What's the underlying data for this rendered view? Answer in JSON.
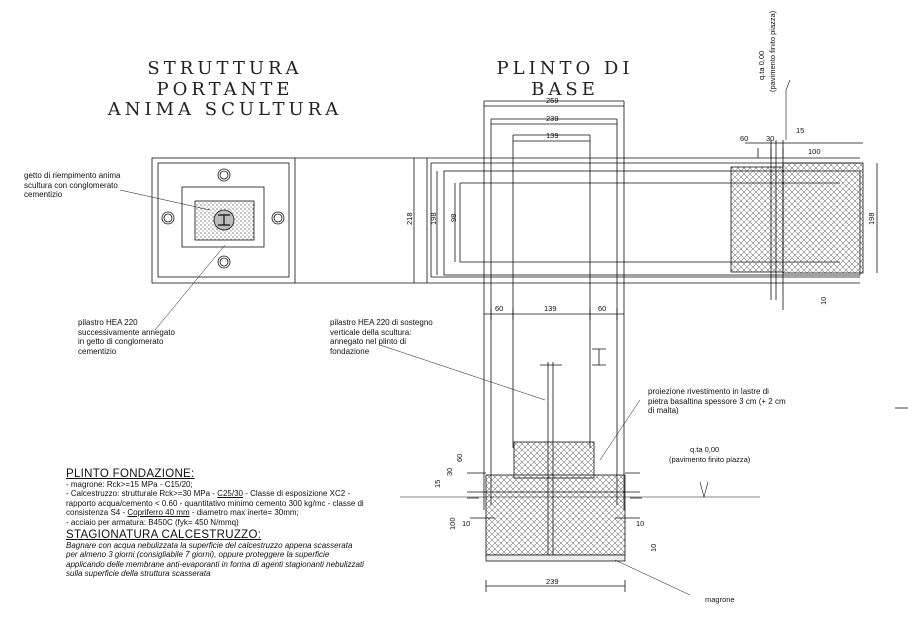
{
  "titles": {
    "left_line1": "STRUTTURA PORTANTE",
    "left_line2": "ANIMA SCULTURA",
    "right": "PLINTO DI BASE"
  },
  "notes": {
    "getto": "getto di riempimento anima scultura con conglomerato cementizio",
    "pilastro_left": "pilastro HEA 220 successivamente annegato in getto di conglomerato cementizio",
    "pilastro_center": "pilastro HEA 220 di sostegno verticale della scultura: annegato nel plinto di fondazione",
    "proiezione": "proiezione rivestimento in lastre di pietra basaltina spessore 3 cm (+ 2 cm di malta)",
    "qta_right_1": "q.ta 0,00",
    "qta_right_2": "(pavimento finito piazza)",
    "qta_top_1": "q.ta 0,00",
    "qta_top_2": "(pavimento finito piazza)",
    "magrone": "magrone"
  },
  "dimensions": {
    "d259": "259",
    "d239": "239",
    "d139": "139",
    "d60a": "60",
    "d139b": "139",
    "d60b": "60",
    "d218": "218",
    "d198": "198",
    "d98": "98",
    "d60c": "60",
    "d30": "30",
    "d15a": "15",
    "d100": "100",
    "d198b": "198",
    "d10a": "10",
    "d15b": "15",
    "d30b": "30",
    "d60d": "60",
    "d10b": "10",
    "d10c": "10",
    "d100b": "100",
    "d10d": "10",
    "d239b": "239"
  },
  "spec": {
    "heading1": "PLINTO FONDAZIONE:",
    "line1": "- magrone: Rck>=15 MPa - C15/20;",
    "line2a": "- Calcestruzzo: strutturale Rck>=30 MPa - ",
    "line2u": "C25/30",
    "line2b": " - Classe di esposizione XC2 - rapporto acqua/cemento < 0.60 - quantitativo minimo cemento 300 kg/mc - classe di consistenza S4 - ",
    "line2u2": "Copriferro 40 mm",
    "line2c": " - diametro max inerte= 30mm;",
    "line3": "- acciaio per armatura: B450C (fyk= 450 N/mmq)",
    "heading2": "STAGIONATURA CALCESTRUZZO:",
    "italic": "Bagnare con acqua nebulizzata la superficie del calcestruzzo appena scasserata per almeno 3 giorni (consigliabile 7 giorni), oppure proteggere la superficie applicando delle membrane anti-evaporanti in forma di agenti stagionanti nebulizzati sulla superficie della struttura scasserata"
  }
}
